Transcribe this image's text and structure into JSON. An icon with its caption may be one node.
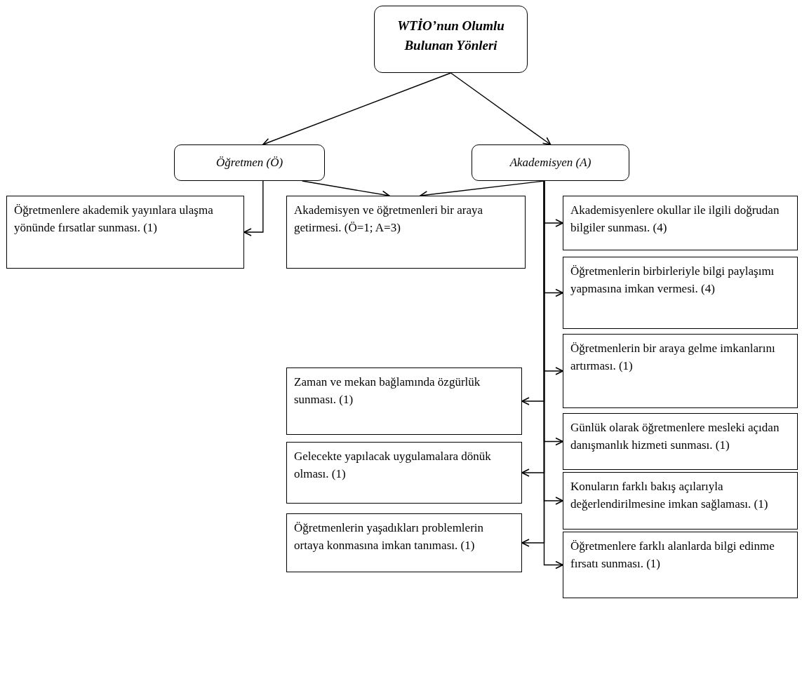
{
  "diagram": {
    "nodes": [
      {
        "text": [
          "WTİO’nun Olumlu Bulunan Yönleri"
        ]
      },
      {
        "text": [
          "Öğretmen (Ö)"
        ]
      },
      {
        "text": [
          "Akademisyen (A)"
        ]
      },
      {
        "text": [
          "Öğretmenlere akademik yayınlara ulaşma yönünde fırsatlar sunması. (1)"
        ]
      },
      {
        "text": [
          "Akademisyen ve öğretmenleri bir araya getirmesi. (Ö=1; A=3)"
        ]
      },
      {
        "text": [
          "Akademisyenlere okullar ile ilgili doğrudan bilgiler sunması. (4)"
        ]
      },
      {
        "text": [
          "Öğretmenlerin birbirleriyle bilgi paylaşımı yapmasına imkan vermesi. (4)"
        ]
      },
      {
        "text": [
          "Öğretmenlerin bir araya gelme imkanlarını artırması. (1)"
        ]
      },
      {
        "text": [
          "Zaman ve mekan bağlamında özgürlük sunması. (1)"
        ]
      },
      {
        "text": [
          "Günlük olarak öğretmenlere mesleki açıdan danışmanlık hizmeti sunması. (1)"
        ]
      },
      {
        "text": [
          "Gelecekte yapılacak uygulamalara dönük olması. (1)"
        ]
      },
      {
        "text": [
          "Konuların farklı bakış açılarıyla değerlendirilmesine imkan sağlaması. (1)"
        ]
      },
      {
        "text": [
          "Öğretmenlerin yaşadıkları problemlerin ortaya konmasına imkan tanıması. (1)"
        ]
      },
      {
        "text": [
          "Öğretmenlere farklı alanlarda bilgi edinme fırsatı sunması. (1)"
        ]
      }
    ],
    "edges": [
      {
        "from": 0,
        "to": 1,
        "arrow": "to"
      },
      {
        "from": 0,
        "to": 2,
        "arrow": "to"
      },
      {
        "from": 1,
        "to": 3,
        "arrow": "to"
      },
      {
        "from": 1,
        "to": 4,
        "arrow": "to"
      },
      {
        "from": 2,
        "to": 4,
        "arrow": "to"
      },
      {
        "from": 2,
        "to": 5,
        "arrow": "to"
      },
      {
        "from": 2,
        "to": 6,
        "arrow": "to"
      },
      {
        "from": 2,
        "to": 7,
        "arrow": "to"
      },
      {
        "from": 2,
        "to": 8,
        "arrow": "to"
      },
      {
        "from": 2,
        "to": 9,
        "arrow": "to"
      },
      {
        "from": 2,
        "to": 10,
        "arrow": "to"
      },
      {
        "from": 2,
        "to": 11,
        "arrow": "to"
      },
      {
        "from": 2,
        "to": 12,
        "arrow": "to"
      },
      {
        "from": 2,
        "to": 13,
        "arrow": "to"
      }
    ]
  }
}
